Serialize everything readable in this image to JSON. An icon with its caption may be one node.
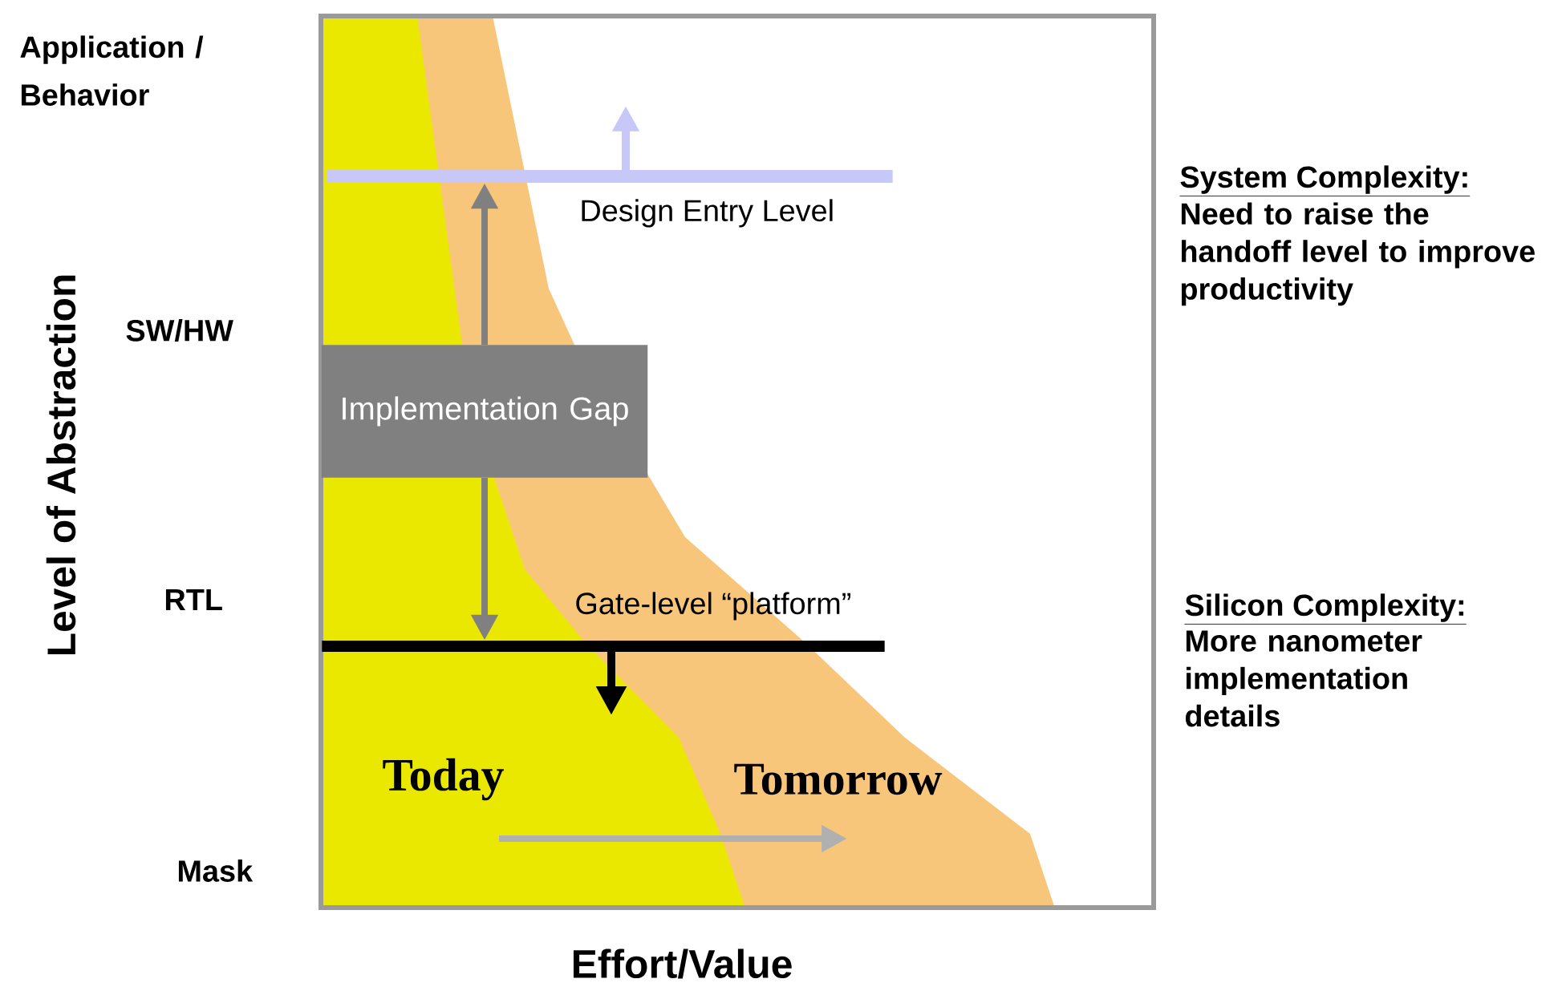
{
  "diagram": {
    "nodes": [
      {
        "text": [
          "Design Entry Level"
        ]
      },
      {
        "text": [
          "Gate-level “platform”"
        ]
      },
      {
        "text": [
          "Implementation Gap"
        ]
      }
    ],
    "edges": [
      {
        "from": 2,
        "to": 0,
        "arrow": "to"
      },
      {
        "from": 2,
        "to": 1,
        "arrow": "to"
      }
    ],
    "labels": [
      "Application / Behavior",
      "System Complexity:",
      "Need to raise the handoff level to improve productivity",
      "SW/HW",
      "Level of Abstraction",
      "RTL",
      "Silicon Complexity:",
      "More nanometer implementation details",
      "Today",
      "Tomorrow",
      "Mask",
      "Effort/Value"
    ]
  }
}
